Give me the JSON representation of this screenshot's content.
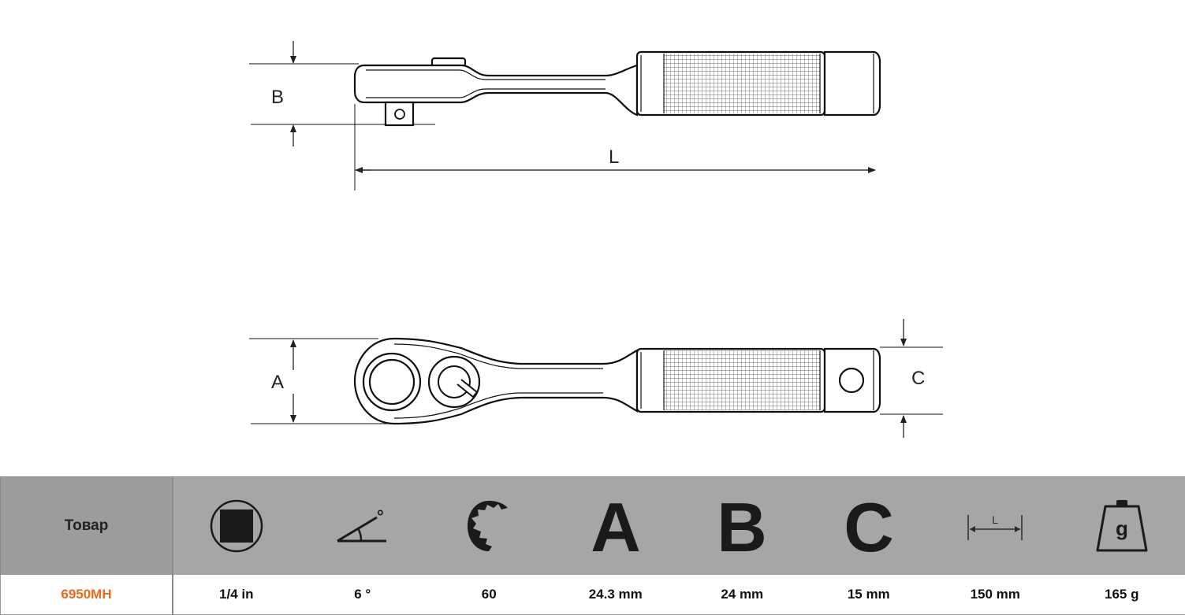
{
  "drawing": {
    "labels": {
      "b": "B",
      "l": "L",
      "a": "A",
      "c": "C"
    }
  },
  "table": {
    "header": {
      "item_label": "Товар",
      "icons": [
        "square-drive-icon",
        "angle-degree-icon",
        "ratchet-teeth-icon",
        "letter-a-icon",
        "letter-b-icon",
        "letter-c-icon",
        "length-icon",
        "weight-icon"
      ],
      "col_a": "A",
      "col_b": "B",
      "col_c": "C",
      "length_icon_label": "L",
      "angle_symbol": "°",
      "weight_icon_label": "g"
    },
    "row": {
      "item": "6950MH",
      "drive": "1/4 in",
      "angle": "6 °",
      "teeth": "60",
      "a": "24.3 mm",
      "b": "24 mm",
      "c": "15 mm",
      "length": "150 mm",
      "weight": "165 g"
    }
  },
  "colors": {
    "accent": "#e86a1c",
    "header_bg": "#a6a6a6",
    "icon": "#1a1a1a"
  }
}
